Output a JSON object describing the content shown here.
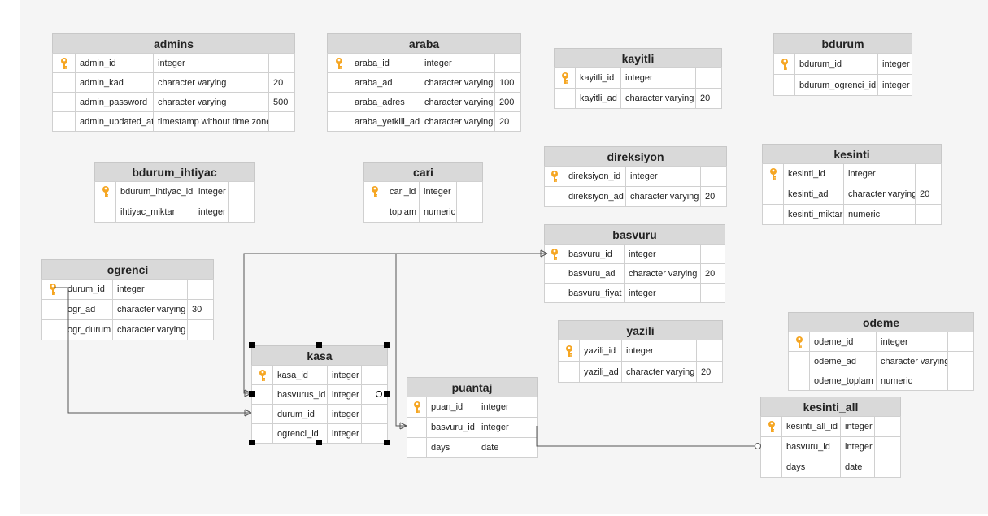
{
  "tables": [
    {
      "name": "admins",
      "cols": [
        28,
        96,
        142,
        32
      ],
      "rows": [
        {
          "key": true,
          "name": "admin_id",
          "type": "integer",
          "len": ""
        },
        {
          "key": false,
          "name": "admin_kad",
          "type": "character varying",
          "len": "20"
        },
        {
          "key": false,
          "name": "admin_password",
          "type": "character varying",
          "len": "500"
        },
        {
          "key": false,
          "name": "admin_updated_at",
          "type": "timestamp without time zone",
          "len": ""
        }
      ]
    },
    {
      "name": "araba",
      "cols": [
        28,
        86,
        92,
        32
      ],
      "rows": [
        {
          "key": true,
          "name": "araba_id",
          "type": "integer",
          "len": ""
        },
        {
          "key": false,
          "name": "araba_ad",
          "type": "character varying",
          "len": "100"
        },
        {
          "key": false,
          "name": "araba_adres",
          "type": "character varying",
          "len": "200"
        },
        {
          "key": false,
          "name": "araba_yetkili_ad",
          "type": "character varying",
          "len": "20"
        }
      ]
    },
    {
      "name": "kayitli",
      "cols": [
        26,
        56,
        92,
        32
      ],
      "rows": [
        {
          "key": true,
          "name": "kayitli_id",
          "type": "integer",
          "len": ""
        },
        {
          "key": false,
          "name": "kayitli_ad",
          "type": "character varying",
          "len": "20"
        }
      ]
    },
    {
      "name": "bdurum",
      "cols": [
        26,
        102,
        42
      ],
      "rows": [
        {
          "key": true,
          "name": "bdurum_id",
          "type": "integer"
        },
        {
          "key": false,
          "name": "bdurum_ogrenci_id",
          "type": "integer"
        }
      ]
    },
    {
      "name": "bdurum_ihtiyac",
      "cols": [
        26,
        96,
        42,
        32
      ],
      "rows": [
        {
          "key": true,
          "name": "bdurum_ihtiyac_id",
          "type": "integer",
          "len": ""
        },
        {
          "key": false,
          "name": "ihtiyac_miktar",
          "type": "integer",
          "len": ""
        }
      ]
    },
    {
      "name": "cari",
      "cols": [
        26,
        42,
        46,
        32
      ],
      "rows": [
        {
          "key": true,
          "name": "cari_id",
          "type": "integer",
          "len": ""
        },
        {
          "key": false,
          "name": "toplam",
          "type": "numeric",
          "len": ""
        }
      ]
    },
    {
      "name": "direksiyon",
      "cols": [
        24,
        76,
        92,
        32
      ],
      "rows": [
        {
          "key": true,
          "name": "direksiyon_id",
          "type": "integer",
          "len": ""
        },
        {
          "key": false,
          "name": "direksiyon_ad",
          "type": "character varying",
          "len": "20"
        }
      ]
    },
    {
      "name": "kesinti",
      "cols": [
        26,
        74,
        88,
        32
      ],
      "rows": [
        {
          "key": true,
          "name": "kesinti_id",
          "type": "integer",
          "len": ""
        },
        {
          "key": false,
          "name": "kesinti_ad",
          "type": "character varying",
          "len": "20"
        },
        {
          "key": false,
          "name": "kesinti_miktar",
          "type": "numeric",
          "len": ""
        }
      ]
    },
    {
      "name": "ogrenci",
      "cols": [
        26,
        61,
        92,
        32
      ],
      "rows": [
        {
          "key": true,
          "name": "durum_id",
          "type": "integer",
          "len": ""
        },
        {
          "key": false,
          "name": "ogr_ad",
          "type": "character varying",
          "len": "30"
        },
        {
          "key": false,
          "name": "ogr_durum",
          "type": "character varying",
          "len": ""
        }
      ]
    },
    {
      "name": "basvuru",
      "cols": [
        24,
        74,
        94,
        30
      ],
      "rows": [
        {
          "key": true,
          "name": "basvuru_id",
          "type": "integer",
          "len": ""
        },
        {
          "key": false,
          "name": "basvuru_ad",
          "type": "character varying",
          "len": "20"
        },
        {
          "key": false,
          "name": "basvuru_fiyat",
          "type": "integer",
          "len": ""
        }
      ]
    },
    {
      "name": "odeme",
      "cols": [
        26,
        82,
        88,
        32
      ],
      "rows": [
        {
          "key": true,
          "name": "odeme_id",
          "type": "integer",
          "len": ""
        },
        {
          "key": false,
          "name": "odeme_ad",
          "type": "character varying",
          "len": ""
        },
        {
          "key": false,
          "name": "odeme_toplam",
          "type": "numeric",
          "len": ""
        }
      ]
    },
    {
      "name": "yazili",
      "cols": [
        26,
        52,
        92,
        32
      ],
      "rows": [
        {
          "key": true,
          "name": "yazili_id",
          "type": "integer",
          "len": ""
        },
        {
          "key": false,
          "name": "yazili_ad",
          "type": "character varying",
          "len": "20"
        }
      ]
    },
    {
      "name": "kasa",
      "cols": [
        26,
        67,
        42,
        32
      ],
      "rows": [
        {
          "key": true,
          "name": "kasa_id",
          "type": "integer",
          "len": ""
        },
        {
          "key": false,
          "name": "basvurus_id",
          "type": "integer",
          "len": ""
        },
        {
          "key": false,
          "name": "durum_id",
          "type": "integer",
          "len": ""
        },
        {
          "key": false,
          "name": "ogrenci_id",
          "type": "integer",
          "len": ""
        }
      ]
    },
    {
      "name": "puantaj",
      "cols": [
        24,
        62,
        42,
        32
      ],
      "rows": [
        {
          "key": true,
          "name": "puan_id",
          "type": "integer",
          "len": ""
        },
        {
          "key": false,
          "name": "basvuru_id",
          "type": "integer",
          "len": ""
        },
        {
          "key": false,
          "name": "days",
          "type": "date",
          "len": ""
        }
      ]
    },
    {
      "name": "kesinti_all",
      "cols": [
        26,
        72,
        42,
        32
      ],
      "rows": [
        {
          "key": true,
          "name": "kesinti_all_id",
          "type": "integer",
          "len": ""
        },
        {
          "key": false,
          "name": "basvuru_id",
          "type": "integer",
          "len": ""
        },
        {
          "key": false,
          "name": "days",
          "type": "date",
          "len": ""
        }
      ]
    }
  ],
  "relations": [
    {
      "from": "ogrenci.durum_id",
      "to": "kasa.durum_id"
    },
    {
      "from": "basvuru.basvuru_id",
      "to": "kasa.basvurus_id"
    },
    {
      "from": "basvuru.basvuru_id",
      "to": "puantaj.basvuru_id"
    },
    {
      "from": "puantaj.basvuru_id",
      "to": "kesinti_all.basvuru_id"
    }
  ],
  "selected_table": "kasa",
  "colors": {
    "canvas": "#f5f5f5",
    "header": "#d9d9d9",
    "border": "#d0d0d0",
    "key_icon": "#f5a623",
    "line": "#555555"
  }
}
